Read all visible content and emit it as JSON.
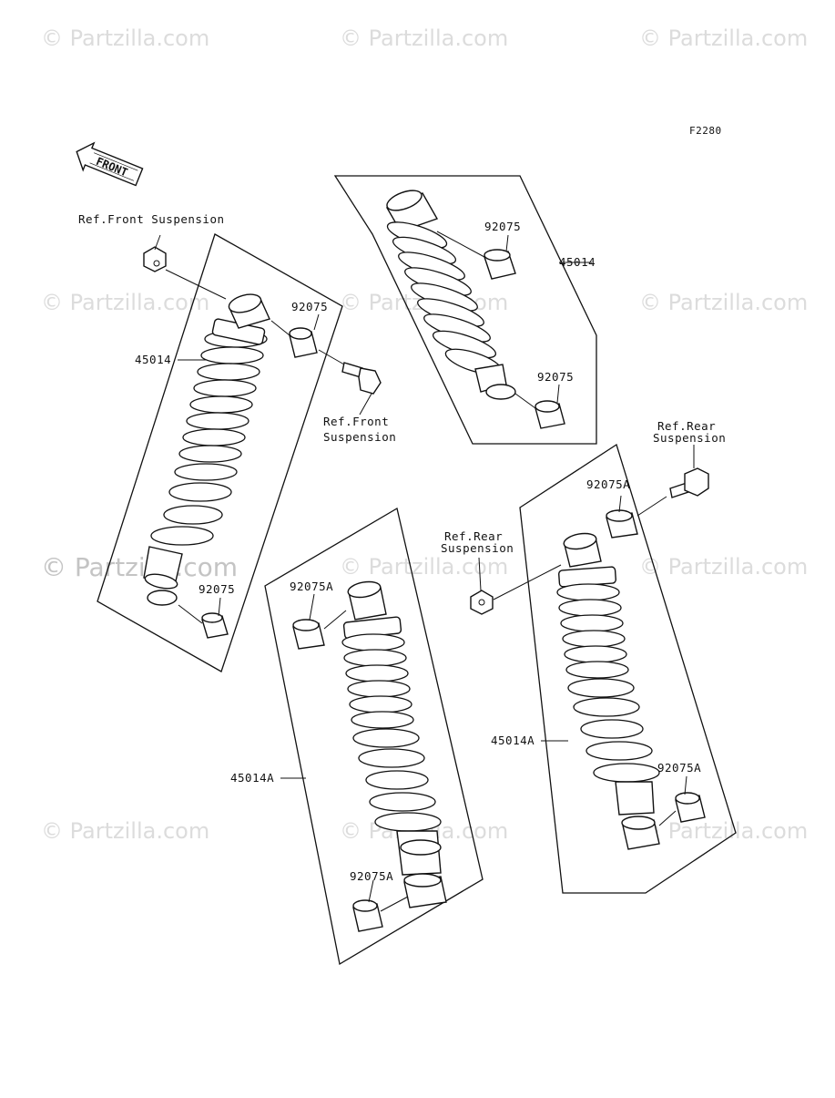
{
  "diagram": {
    "code": "F2280",
    "front_arrow": "FRONT",
    "watermark": "© Partzilla.com",
    "labels": {
      "ref_front_suspension_top": "Ref.Front Suspension",
      "part_45014_left": "45014",
      "part_92075_left_top": "92075",
      "ref_front_suspension_line1": "Ref.Front",
      "ref_front_suspension_line2": "Suspension",
      "part_92075_left_bottom": "92075",
      "part_92075_right_top": "92075",
      "part_45014_right": "45014",
      "part_92075_right_bottom": "92075",
      "ref_rear_suspension_right_line1": "Ref.Rear",
      "ref_rear_suspension_right_line2": "Suspension",
      "part_92075A_right_top": "92075A",
      "ref_rear_suspension_mid_line1": "Ref.Rear",
      "ref_rear_suspension_mid_line2": "Suspension",
      "part_92075A_mid_top": "92075A",
      "part_45014A_right": "45014A",
      "part_92075A_right_bottom": "92075A",
      "part_45014A_mid": "45014A",
      "part_92075A_mid_bottom": "92075A"
    }
  }
}
